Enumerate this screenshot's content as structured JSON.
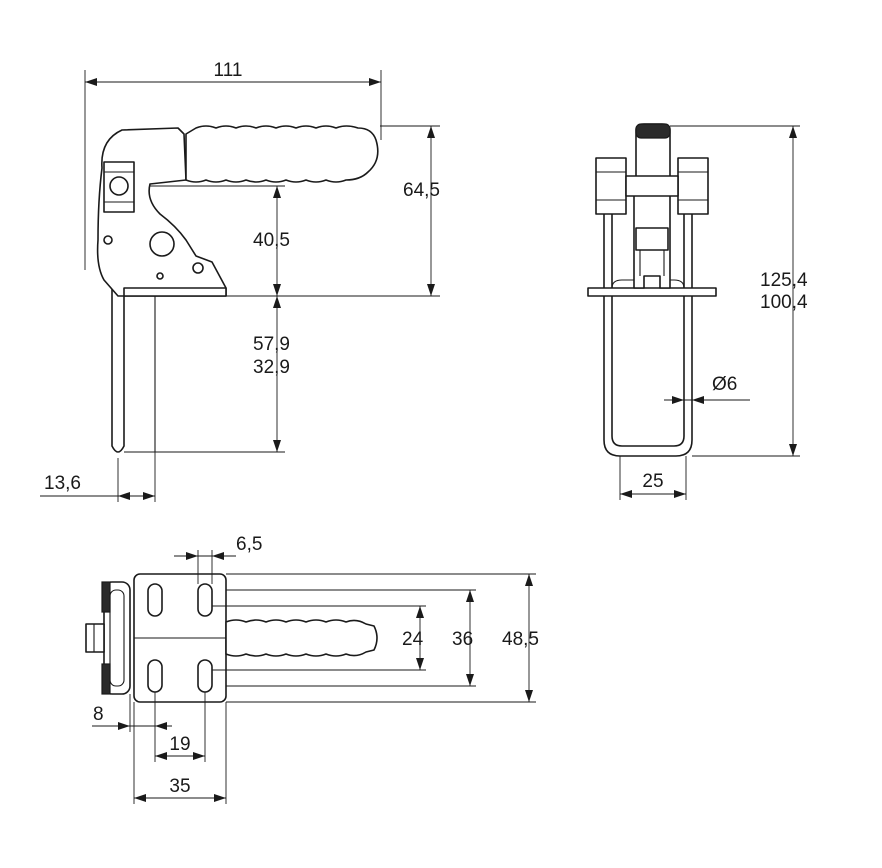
{
  "dimensions": {
    "side_width": "111",
    "handle_height": "64,5",
    "pivot_height": "40,5",
    "hook_reach_max": "57,9",
    "hook_reach_min": "32,9",
    "hook_offset": "13,6",
    "front_height_max": "125,4",
    "front_height_min": "100,4",
    "rod_diameter": "Ø6",
    "hook_width": "25",
    "slot_width": "6,5",
    "hole_spacing": "24",
    "slot_spacing": "36",
    "base_width": "48,5",
    "edge_offset": "8",
    "base_pitch": "19",
    "base_depth": "35"
  }
}
